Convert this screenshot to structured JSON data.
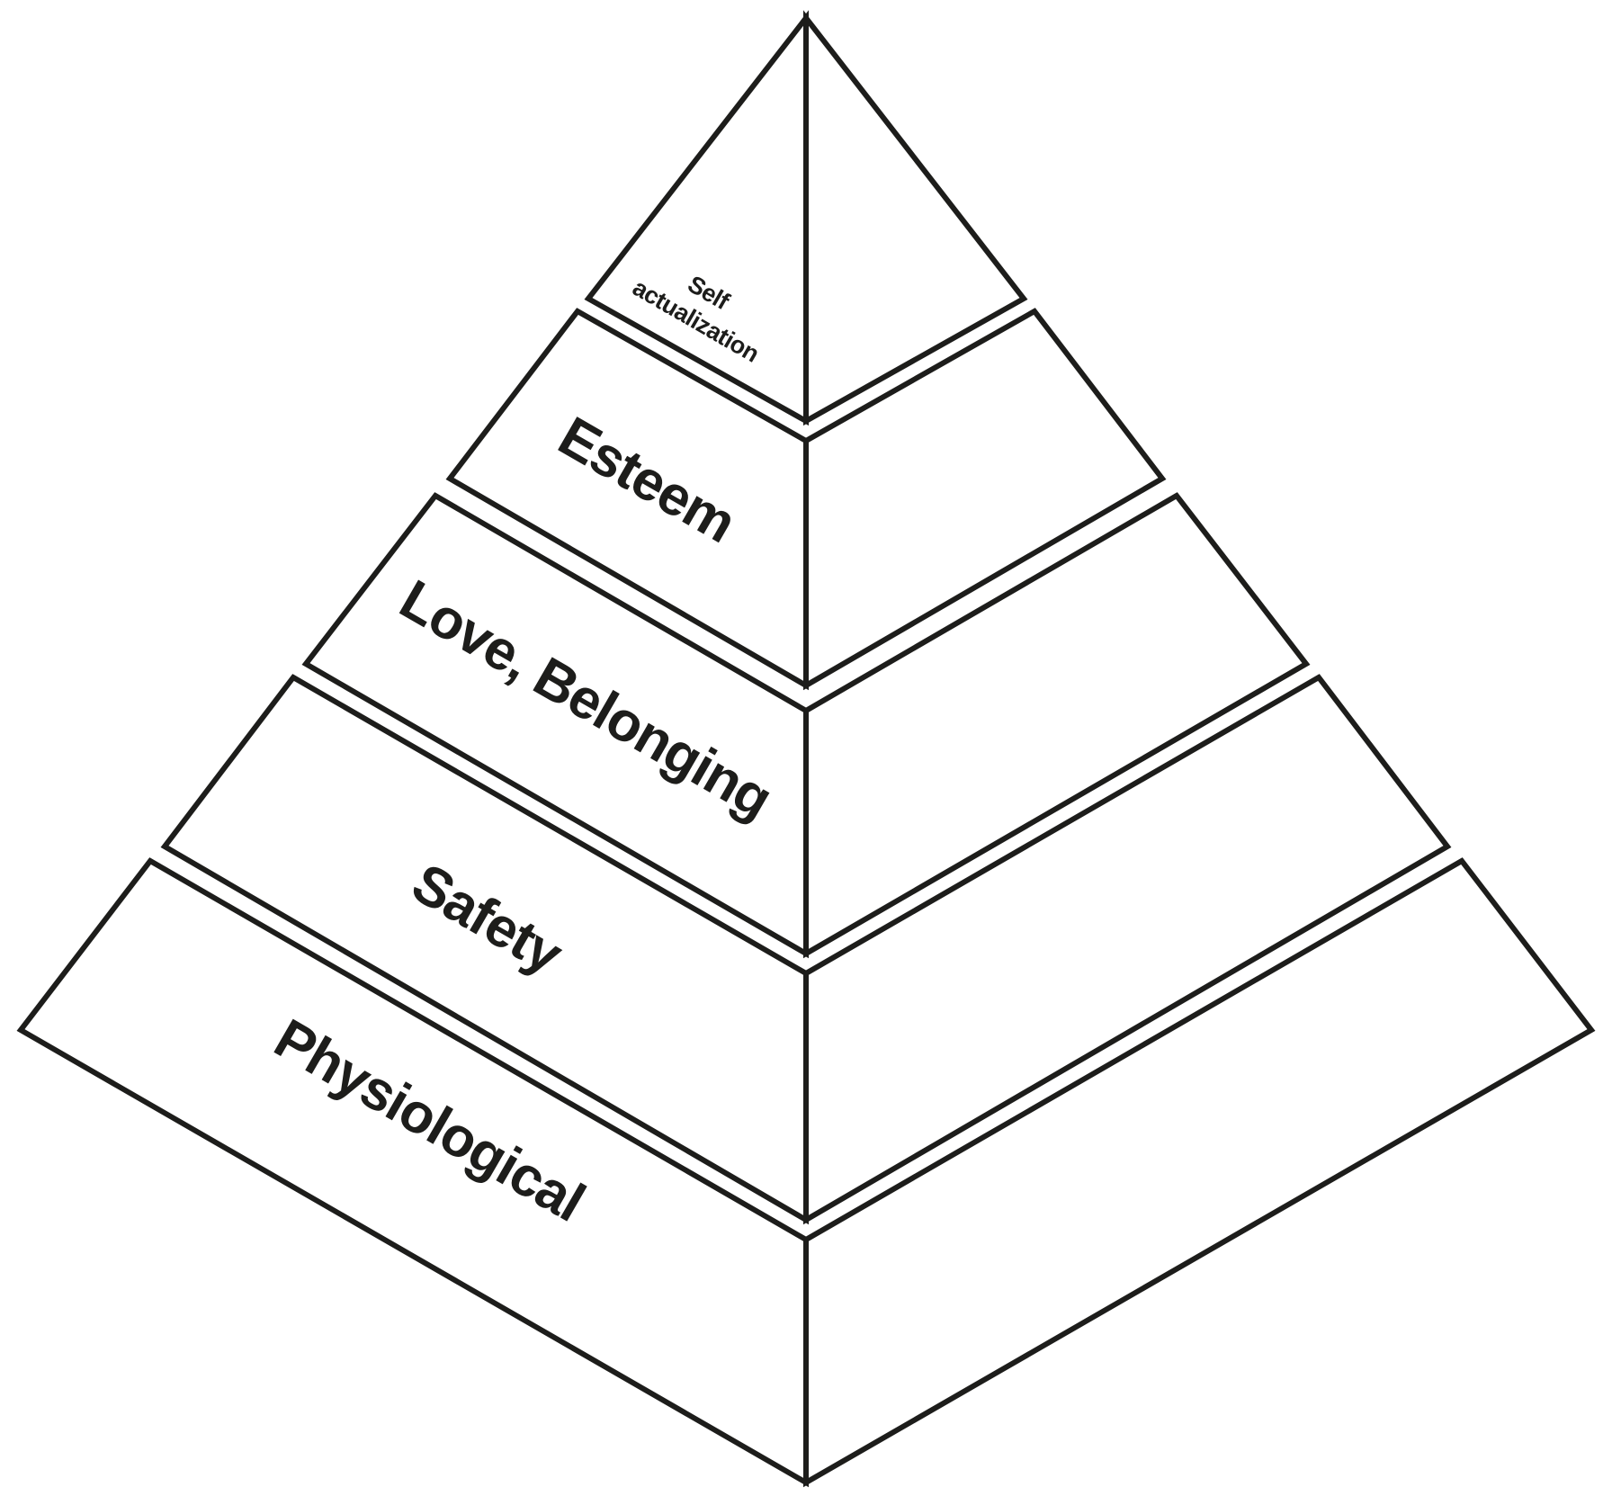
{
  "diagram": {
    "type": "pyramid-hierarchy",
    "orientation": "3d-corner-view",
    "level_count": 5
  },
  "levels": [
    {
      "rank": 1,
      "position": "top",
      "label": "Self actualization",
      "label_lines": [
        "Self",
        "actualization"
      ]
    },
    {
      "rank": 2,
      "position": "second",
      "label": "Esteem"
    },
    {
      "rank": 3,
      "position": "middle",
      "label": "Love, Belonging"
    },
    {
      "rank": 4,
      "position": "fourth",
      "label": "Safety"
    },
    {
      "rank": 5,
      "position": "bottom",
      "label": "Physiological"
    }
  ],
  "colors": {
    "line": "#1d1d1b",
    "background": "#ffffff",
    "text": "#1d1d1b"
  }
}
